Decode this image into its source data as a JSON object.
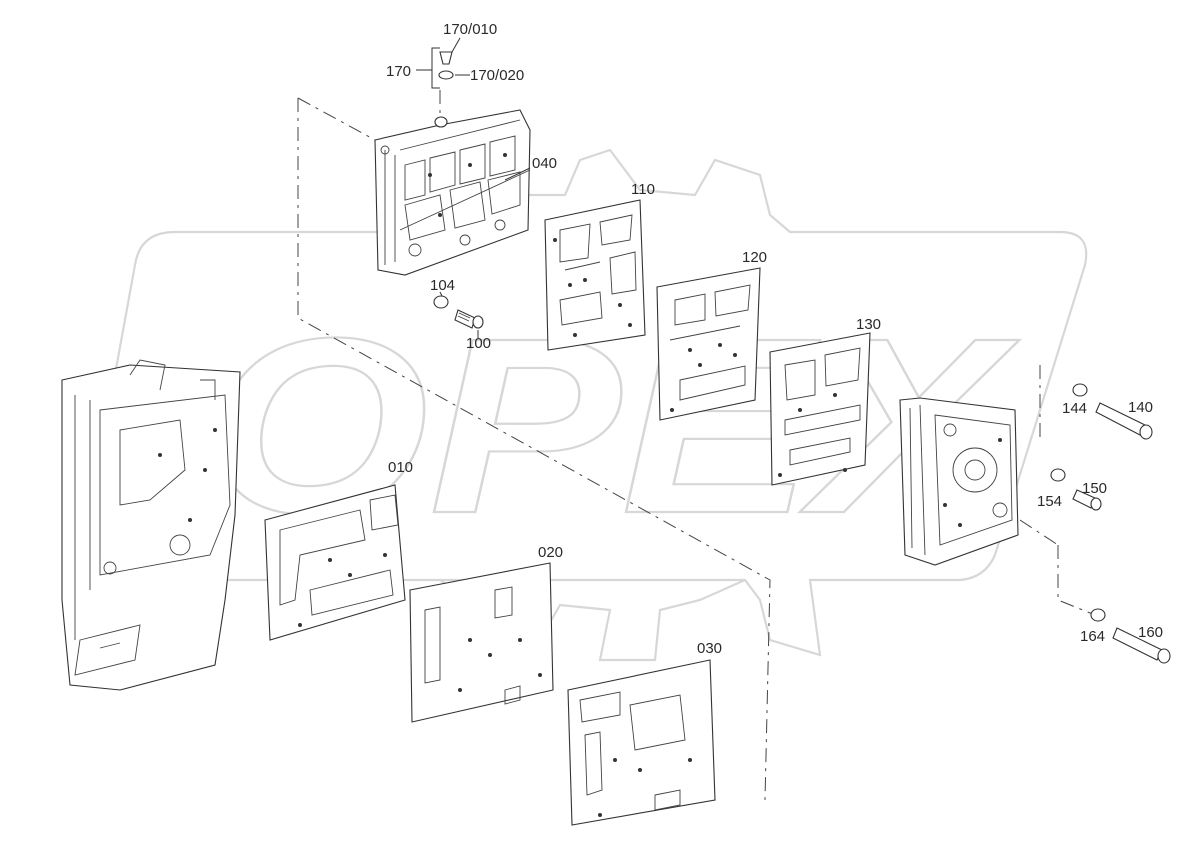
{
  "watermark": {
    "text": "OPEX",
    "color": "#d7d7d7"
  },
  "corner_mark": "",
  "callouts": {
    "c170": "170",
    "c170_010": "170/010",
    "c170_020": "170/020",
    "c040": "040",
    "c110": "110",
    "c120": "120",
    "c130": "130",
    "c104": "104",
    "c100": "100",
    "c140": "140",
    "c144": "144",
    "c150": "150",
    "c154": "154",
    "c160": "160",
    "c164": "164",
    "c010": "010",
    "c020": "020",
    "c030": "030"
  },
  "colors": {
    "ink": "#333333",
    "background": "#ffffff"
  }
}
